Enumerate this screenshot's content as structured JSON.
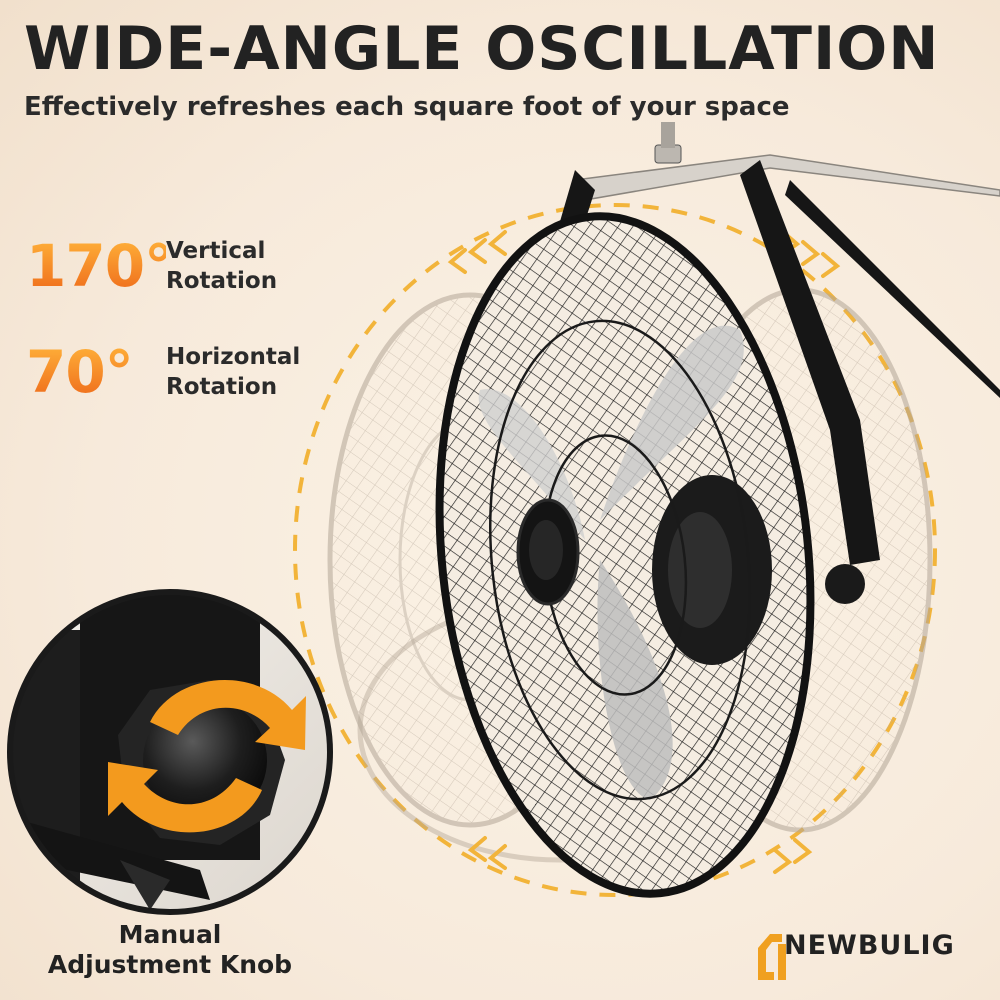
{
  "headline": "WIDE-ANGLE OSCILLATION",
  "subheadline": "Effectively refreshes each square foot of your space",
  "specs": [
    {
      "value": "170°",
      "label": "Vertical\nRotation"
    },
    {
      "value": "70°",
      "label": "Horizontal\nRotation"
    }
  ],
  "knob_caption": "Manual\nAdjustment Knob",
  "brand": {
    "name": "NEWBULIG",
    "logo_color": "#f0a020"
  },
  "colors": {
    "accent_gradient_top": "#ffb23a",
    "accent_gradient_bottom": "#ee6a1a",
    "dashed_arc": "#f2b43a",
    "rotate_arrows": "#f39a1e",
    "text": "#222222"
  },
  "icons": [
    "rotate-arrows-icon",
    "chevron-motion-icon",
    "brand-logo-icon"
  ]
}
